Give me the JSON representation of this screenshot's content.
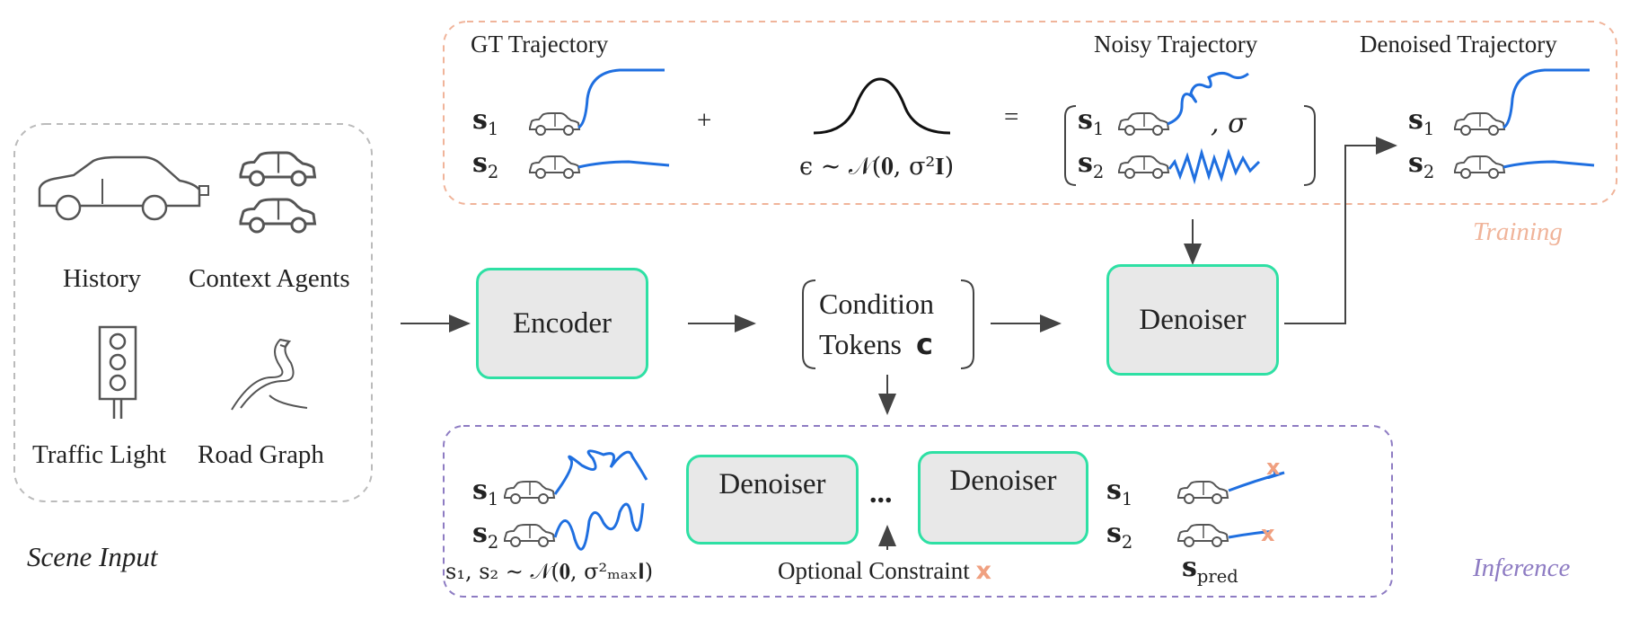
{
  "scene": {
    "history": "History",
    "context_agents": "Context Agents",
    "traffic_light": "Traffic Light",
    "road_graph": "Road Graph",
    "caption": "Scene Input"
  },
  "encoder": "Encoder",
  "condition": {
    "line1": "Condition",
    "line2": "Tokens",
    "symbol": "c"
  },
  "denoiser": "Denoiser",
  "training": {
    "gt_title": "GT Trajectory",
    "noisy_title": "Noisy Trajectory",
    "denoised_title": "Denoised Trajectory",
    "plus": "+",
    "equals": "=",
    "noise_formula": "ϵ ∼ 𝒩(𝟎, σ²𝐈)",
    "sigma": ", σ",
    "label": "Training"
  },
  "inference": {
    "denoiser1": "Denoiser",
    "denoiser2": "Denoiser",
    "dots": "...",
    "init_formula": "s₁, s₂ ∼ 𝒩(𝟎, σ²ₘₐₓ𝐈)",
    "constraint": "Optional Constraint",
    "constraint_mark": "x",
    "pred": "s",
    "pred_sub": "pred",
    "label": "Inference"
  },
  "agents": {
    "s": "s",
    "sub1": "1",
    "sub2": "2"
  },
  "colors": {
    "accent": "#2ee0a4",
    "traj": "#1f6fe0",
    "training": "#f0b49a",
    "inference": "#8e7cc3",
    "mark": "#f0a080"
  }
}
